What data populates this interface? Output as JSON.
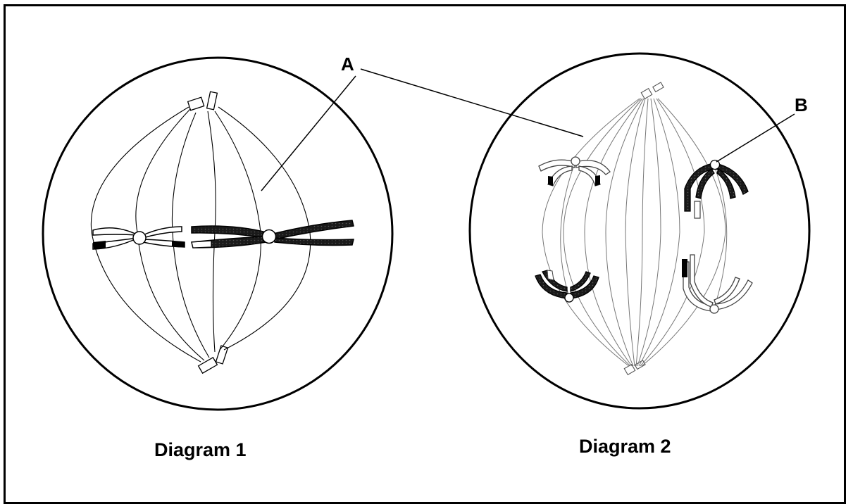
{
  "labels": {
    "a": "A",
    "b": "B"
  },
  "captions": {
    "diagram1": "Diagram 1",
    "diagram2": "Diagram 2"
  }
}
